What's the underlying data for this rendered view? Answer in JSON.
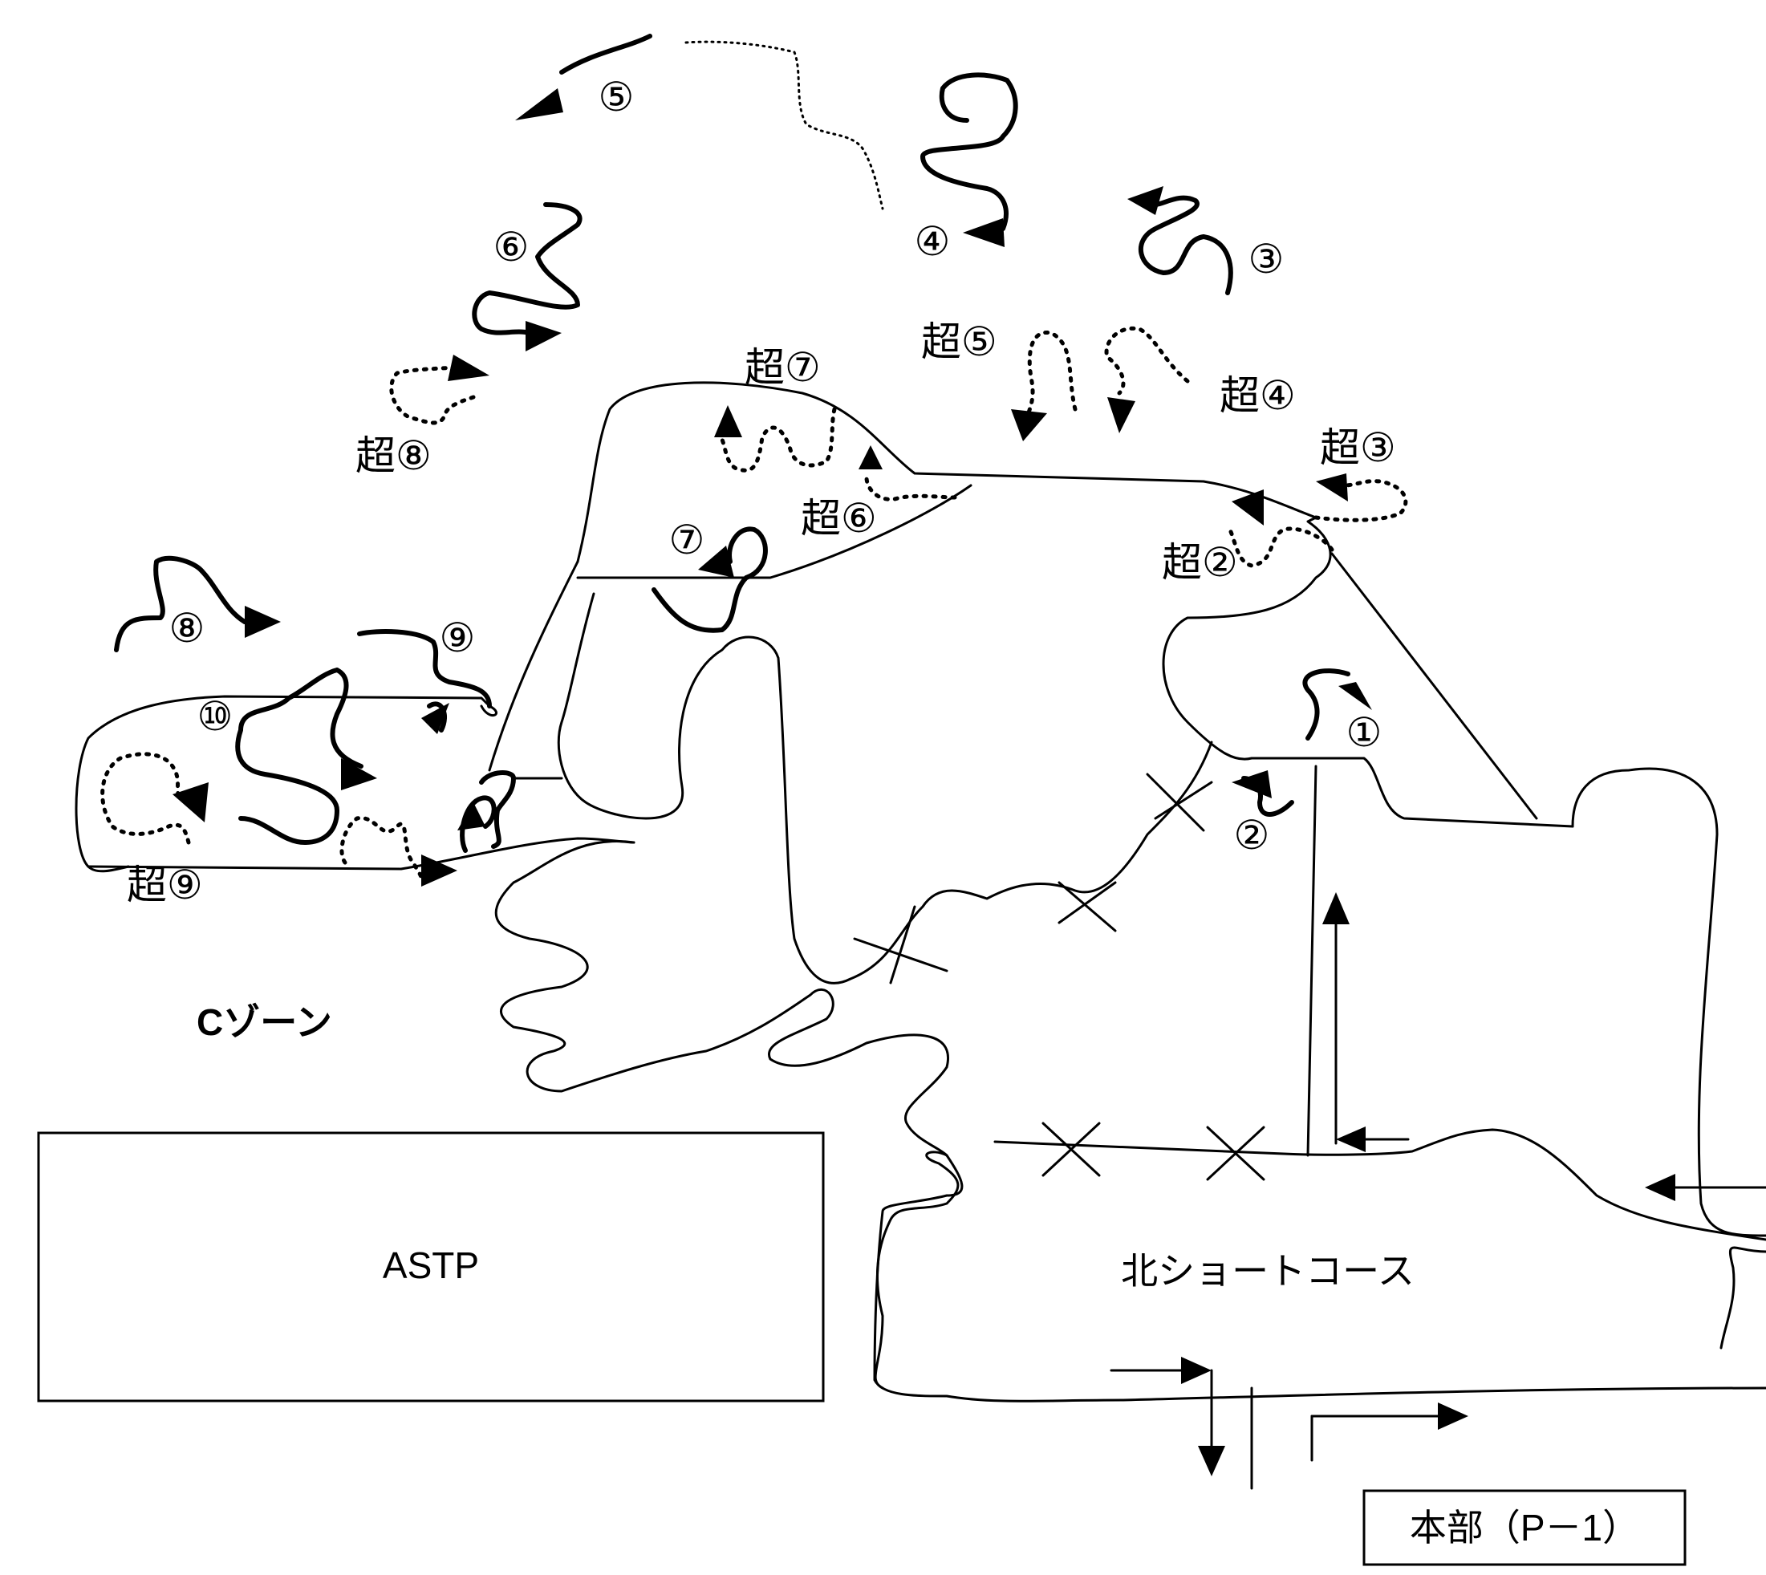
{
  "zones": {
    "c_zone": "Cゾーン",
    "astp": "ASTP",
    "north_short_course": "北ショートコース",
    "headquarters": "本部（P－1）"
  },
  "course_labels": {
    "c1": "①",
    "c2": "②",
    "c3": "③",
    "c4": "④",
    "c5": "⑤",
    "c6": "⑥",
    "c7": "⑦",
    "c8": "⑧",
    "c9": "⑨",
    "c10": "⑩"
  },
  "super_labels": {
    "s2": "超②",
    "s3": "超③",
    "s4": "超④",
    "s5": "超⑤",
    "s6": "超⑥",
    "s7": "超⑦",
    "s8": "超⑧",
    "s9": "超⑨"
  }
}
